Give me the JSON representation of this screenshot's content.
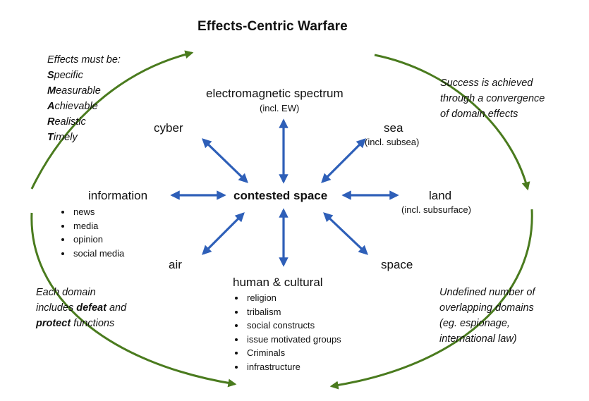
{
  "title": "Effects-Centric Warfare",
  "center": "contested space",
  "nodes": {
    "em": {
      "label": "electromagnetic spectrum",
      "sub": "(incl. EW)"
    },
    "cyber": {
      "label": "cyber"
    },
    "sea": {
      "label": "sea",
      "sub": "(incl. subsea)"
    },
    "information": {
      "label": "information",
      "items": [
        "news",
        "media",
        "opinion",
        "social media"
      ]
    },
    "land": {
      "label": "land",
      "sub": "(incl. subsurface)"
    },
    "air": {
      "label": "air"
    },
    "space": {
      "label": "space"
    },
    "human": {
      "label": "human & cultural",
      "items": [
        "religion",
        "tribalism",
        "social constructs",
        "issue motivated groups",
        "Criminals",
        "infrastructure"
      ]
    }
  },
  "notes": {
    "top_left": {
      "heading": "Effects must be:",
      "items": [
        {
          "first": "S",
          "rest": "pecific"
        },
        {
          "first": "M",
          "rest": "easurable"
        },
        {
          "first": "A",
          "rest": "chievable"
        },
        {
          "first": "R",
          "rest": "ealistic"
        },
        {
          "first": "T",
          "rest": "imely"
        }
      ]
    },
    "top_right": [
      "Success is achieved",
      "through a convergence",
      "of domain effects"
    ],
    "bottom_left": {
      "l1": "Each domain",
      "l2a": "includes ",
      "l2b": "defeat",
      "l2c": " and",
      "l3a": "protect",
      "l3b": " functions"
    },
    "bottom_right": [
      "Undefined number of",
      "overlapping domains",
      "(eg. espionage,",
      "international law)"
    ]
  },
  "colors": {
    "arrow_blue": "#2e5fb8",
    "cycle_green": "#4a7b1e",
    "text": "#111111"
  }
}
